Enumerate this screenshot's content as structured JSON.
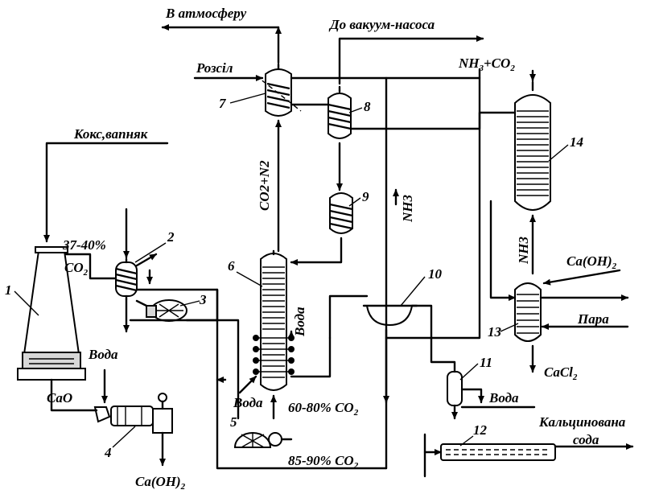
{
  "labels": {
    "atmosphere": "В атмосферу",
    "vacuum_pump": "До вакуум-насоса",
    "brine": "Розсіл",
    "coke_limestone": "Кокс,вапняк",
    "co2_percent_a": "37-40%",
    "co2_a": "CO",
    "co2_a_sub": "2",
    "water_1": "Вода",
    "cao": "CaO",
    "caoh2_out": "Ca(OH)",
    "caoh2_out_sub": "2",
    "co2_n2": "CO2+N2",
    "nh3_up": "NH3",
    "nh3_co2": "NH",
    "nh3_co2_sub": "3",
    "nh3_co2_rest": "+CO",
    "nh3_co2_sub2": "2",
    "nh3_mid": "NH3",
    "caoh2_in": "Ca(OH)",
    "caoh2_in_sub": "2",
    "steam": "Пара",
    "cacl2": "CaCl",
    "cacl2_sub": "2",
    "water_2": "Вода",
    "water_3": "Вода",
    "water_4": "Вода",
    "co2_60_80": "60-80% CO",
    "co2_60_80_sub": "2",
    "co2_85_90": "85-90% CO",
    "co2_85_90_sub": "2",
    "soda_line1": "Кальцинована",
    "soda_line2": "сода"
  },
  "equipment_numbers": [
    "1",
    "2",
    "3",
    "4",
    "5",
    "6",
    "7",
    "8",
    "9",
    "10",
    "11",
    "12",
    "13",
    "14"
  ]
}
